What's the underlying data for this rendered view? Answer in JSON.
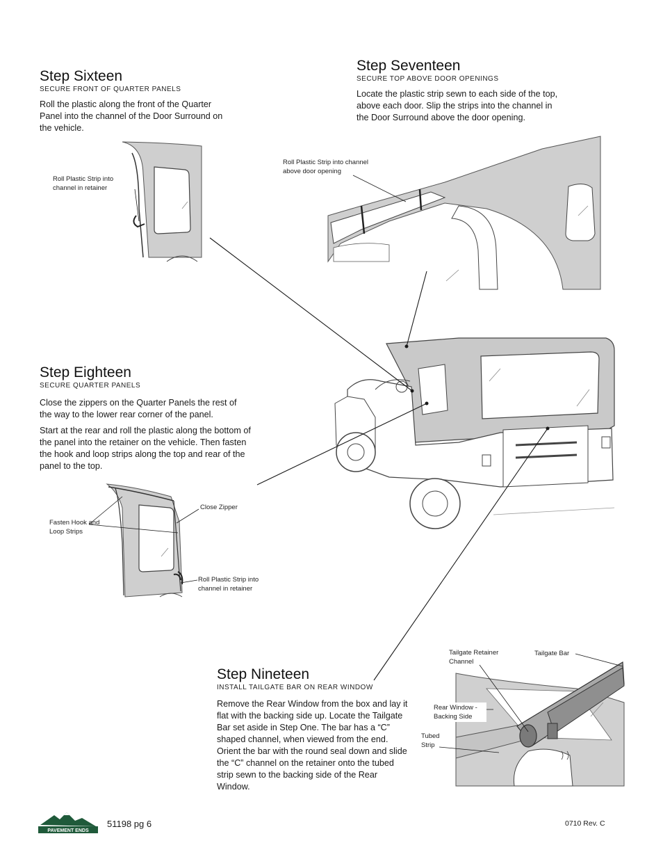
{
  "steps": {
    "sixteen": {
      "title": "Step Sixteen",
      "subtitle": "SECURE FRONT OF QUARTER PANELS",
      "body": "Roll the plastic along the front of the Quarter Panel into the channel of the Door Surround on the vehicle.",
      "callout": "Roll Plastic Strip into channel in retainer"
    },
    "seventeen": {
      "title": "Step Seventeen",
      "subtitle": "SECURE TOP ABOVE DOOR OPENINGS",
      "body": "Locate the plastic strip sewn to each side of the top, above each door. Slip the strips into the channel in the Door Surround above the door opening.",
      "callout": "Roll Plastic Strip into channel above door opening"
    },
    "eighteen": {
      "title": "Step Eighteen",
      "subtitle": "SECURE QUARTER PANELS",
      "body1": "Close the zippers on the Quarter Panels the rest of the way to the lower rear corner of the panel.",
      "body2": "Start at the rear and roll the plastic along the bottom of the panel into the retainer on the vehicle. Then fasten the hook and loop strips along the top and rear of the panel to the top.",
      "callout_hook": "Fasten Hook and Loop Strips",
      "callout_zipper": "Close Zipper",
      "callout_roll": "Roll Plastic Strip into channel in retainer"
    },
    "nineteen": {
      "title": "Step Nineteen",
      "subtitle": "INSTALL TAILGATE BAR ON REAR WINDOW",
      "body": "Remove the Rear Window from the box and lay it flat with the backing side up. Locate the Tailgate Bar set aside in Step One. The bar has a “C” shaped channel, when viewed from the end. Orient the bar with the round seal down and slide the “C” channel on the retainer onto the tubed strip sewn to the backing side of the Rear Window.",
      "callout_retainer": "Tailgate Retainer Channel",
      "callout_bar": "Tailgate Bar",
      "callout_backing": "Rear Window - Backing Side",
      "callout_tubed": "Tubed Strip"
    }
  },
  "footer": {
    "logo_text": "PAVEMENT ENDS",
    "page_ref": "51198  pg 6",
    "revision": "0710  Rev. C"
  },
  "colors": {
    "fabric": "#cfcfcf",
    "line": "#1a1a1a",
    "logo_green": "#1f5a3a"
  }
}
